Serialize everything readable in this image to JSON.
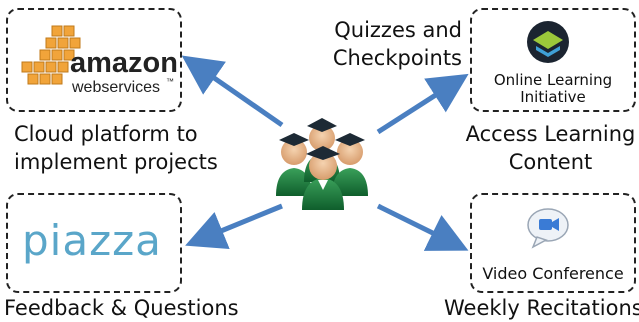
{
  "colors": {
    "arrow": "#4a7fc1",
    "piazza": "#5aa6c9",
    "aws_orange": "#f1a43a",
    "box_border": "#222222"
  },
  "nodes": {
    "aws": {
      "logo_word": "amazon",
      "logo_sub": "webservices",
      "logo_tm": "™",
      "caption_line1": "Cloud platform to",
      "caption_line2": "implement projects"
    },
    "olt": {
      "box_text_line1": "Online Learning",
      "box_text_line2": "Initiative",
      "arrow_label_line1": "Quizzes and",
      "arrow_label_line2": "Checkpoints",
      "caption_line1": "Access Learning",
      "caption_line2": "Content"
    },
    "piazza": {
      "logo_word": "piazza",
      "caption": "Feedback & Questions"
    },
    "video": {
      "box_text": "Video Conference",
      "caption": "Weekly Recitations"
    }
  },
  "center": {
    "icon": "students-graduates-icon"
  }
}
